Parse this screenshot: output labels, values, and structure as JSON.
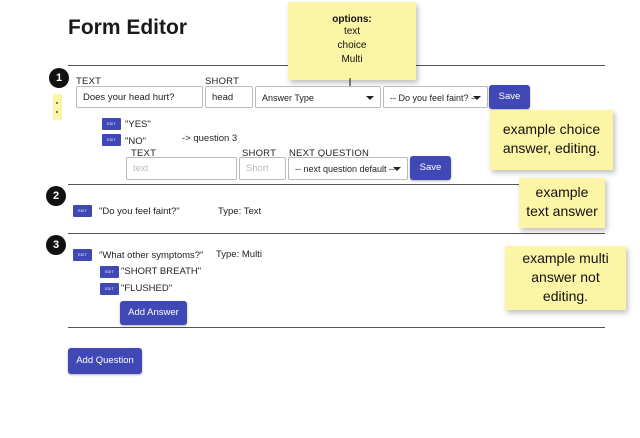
{
  "page": {
    "title": "Form Editor"
  },
  "sticky_options": {
    "heading": "options:",
    "lines": [
      "text",
      "choice",
      "Multi"
    ]
  },
  "sticky_notes": {
    "choice": "example choice answer, editing.",
    "text": "example text  answer",
    "multi": "example multi answer not editing."
  },
  "question1": {
    "number": "1",
    "labels": {
      "text": "TEXT",
      "short": "SHORT"
    },
    "text_value": "Does your head hurt?",
    "short_value": "head",
    "answer_type": "Answer Type",
    "next_select": "-- Do you feel faint? --",
    "save_label": "Save",
    "answers": [
      {
        "edit": "EDIT",
        "label": "\"YES\""
      },
      {
        "edit": "EDIT",
        "label": "\"NO\"",
        "goto": "-> question 3"
      }
    ],
    "answer_editor": {
      "labels": {
        "text": "TEXT",
        "short": "SHORT",
        "next": "NEXT QUESTION"
      },
      "text_placeholder": "text",
      "short_placeholder": "Short",
      "next_select": "-- next question default --",
      "save_label": "Save"
    }
  },
  "question2": {
    "number": "2",
    "edit": "EDIT",
    "label": "\"Do you feel faint?\"",
    "type": "Type: Text"
  },
  "question3": {
    "number": "3",
    "edit": "EDIT",
    "label": "\"What other symptoms?\"",
    "type": "Type: Multi",
    "answers": [
      {
        "edit": "EDIT",
        "label": "\"SHORT BREATH\""
      },
      {
        "edit": "EDIT",
        "label": "\"FLUSHED\""
      }
    ],
    "add_answer": "Add Answer"
  },
  "add_question": "Add Question"
}
